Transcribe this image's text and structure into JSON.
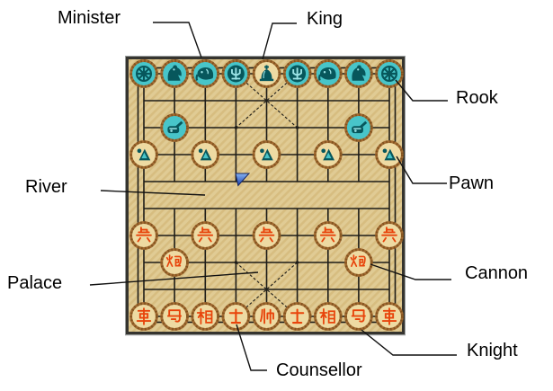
{
  "labels": {
    "minister": "Minister",
    "king": "King",
    "rook": "Rook",
    "pawn": "Pawn",
    "river": "River",
    "palace": "Palace",
    "cannon": "Cannon",
    "knight": "Knight",
    "counsellor": "Counsellor"
  },
  "board": {
    "files": 9,
    "ranks": 10,
    "river_marker": {
      "icon": "blue-flag-icon"
    },
    "colors": {
      "field": "#e0cb94",
      "field_hatch": "#d7bd80",
      "frame": "#35342f",
      "frame_outer": "#9b9e9e",
      "grid": "#1d1c18",
      "ring": "#a26a31",
      "ring_speckle": "#66400f",
      "black_disc": "#48c5c9",
      "black_glyph": "#07575c",
      "black_glyph_light": "#9be4e6",
      "tan_disc": "#eedaa2",
      "red_glyph": "#e8440b",
      "flag_blue": "#2a52c4",
      "pointer": "#111111",
      "label_text": "#000000"
    },
    "pieces": [
      {
        "side": "black",
        "type": "rook",
        "icon": "wheel-icon",
        "file": 1,
        "rank": 1
      },
      {
        "side": "black",
        "type": "knight",
        "icon": "horse-icon",
        "file": 2,
        "rank": 1
      },
      {
        "side": "black",
        "type": "minister",
        "icon": "elephant-icon",
        "file": 3,
        "rank": 1
      },
      {
        "side": "black",
        "type": "counsellor",
        "icon": "trident-icon",
        "file": 4,
        "rank": 1
      },
      {
        "side": "black",
        "type": "king",
        "icon": "crown-icon",
        "file": 5,
        "rank": 1
      },
      {
        "side": "black",
        "type": "counsellor",
        "icon": "trident-icon",
        "file": 6,
        "rank": 1
      },
      {
        "side": "black",
        "type": "minister",
        "icon": "elephant-icon",
        "file": 7,
        "rank": 1
      },
      {
        "side": "black",
        "type": "knight",
        "icon": "horse-icon",
        "file": 8,
        "rank": 1
      },
      {
        "side": "black",
        "type": "rook",
        "icon": "wheel-icon",
        "file": 9,
        "rank": 1
      },
      {
        "side": "black",
        "type": "cannon",
        "icon": "cannon-icon",
        "file": 2,
        "rank": 3
      },
      {
        "side": "black",
        "type": "cannon",
        "icon": "cannon-icon",
        "file": 8,
        "rank": 3
      },
      {
        "side": "black",
        "type": "pawn",
        "icon": "soldier-icon",
        "file": 1,
        "rank": 4
      },
      {
        "side": "black",
        "type": "pawn",
        "icon": "soldier-icon",
        "file": 3,
        "rank": 4
      },
      {
        "side": "black",
        "type": "pawn",
        "icon": "soldier-icon",
        "file": 5,
        "rank": 4
      },
      {
        "side": "black",
        "type": "pawn",
        "icon": "soldier-icon",
        "file": 7,
        "rank": 4
      },
      {
        "side": "black",
        "type": "pawn",
        "icon": "soldier-icon",
        "file": 9,
        "rank": 4
      },
      {
        "side": "red",
        "type": "pawn",
        "char": "兵",
        "file": 1,
        "rank": 7
      },
      {
        "side": "red",
        "type": "pawn",
        "char": "兵",
        "file": 3,
        "rank": 7
      },
      {
        "side": "red",
        "type": "pawn",
        "char": "兵",
        "file": 5,
        "rank": 7
      },
      {
        "side": "red",
        "type": "pawn",
        "char": "兵",
        "file": 7,
        "rank": 7
      },
      {
        "side": "red",
        "type": "pawn",
        "char": "兵",
        "file": 9,
        "rank": 7
      },
      {
        "side": "red",
        "type": "cannon",
        "char": "炮",
        "file": 2,
        "rank": 8
      },
      {
        "side": "red",
        "type": "cannon",
        "char": "炮",
        "file": 8,
        "rank": 8
      },
      {
        "side": "red",
        "type": "rook",
        "char": "车",
        "file": 1,
        "rank": 10
      },
      {
        "side": "red",
        "type": "knight",
        "char": "马",
        "file": 2,
        "rank": 10
      },
      {
        "side": "red",
        "type": "minister",
        "char": "相",
        "file": 3,
        "rank": 10
      },
      {
        "side": "red",
        "type": "counsellor",
        "char": "士",
        "file": 4,
        "rank": 10
      },
      {
        "side": "red",
        "type": "king",
        "char": "帅",
        "file": 5,
        "rank": 10
      },
      {
        "side": "red",
        "type": "counsellor",
        "char": "士",
        "file": 6,
        "rank": 10
      },
      {
        "side": "red",
        "type": "minister",
        "char": "相",
        "file": 7,
        "rank": 10
      },
      {
        "side": "red",
        "type": "knight",
        "char": "马",
        "file": 8,
        "rank": 10
      },
      {
        "side": "red",
        "type": "rook",
        "char": "车",
        "file": 9,
        "rank": 10
      }
    ]
  }
}
